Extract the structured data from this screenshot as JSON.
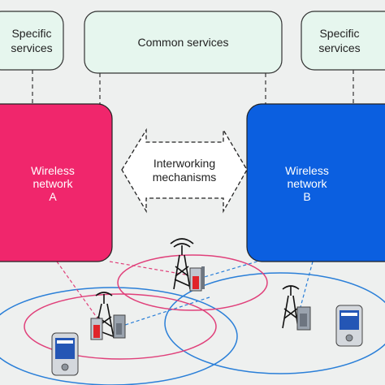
{
  "services": {
    "specific_left": [
      "Specific",
      "services"
    ],
    "common": "Common services",
    "specific_right": [
      "Specific",
      "services"
    ]
  },
  "networks": {
    "a": [
      "Wireless",
      "network",
      "A"
    ],
    "b": [
      "Wireless",
      "network",
      "B"
    ]
  },
  "interworking": [
    "Interworking",
    "mechanisms"
  ],
  "colors": {
    "network_a": "#f0266c",
    "network_b": "#0b5fe0",
    "service_fill": "#e6f6ee",
    "pink_cell": "#e0407a",
    "blue_cell": "#2a7fd8",
    "background": "#eef0ef"
  },
  "icons": [
    "antenna-tower-icon",
    "base-station-icon",
    "pda-device-icon"
  ]
}
